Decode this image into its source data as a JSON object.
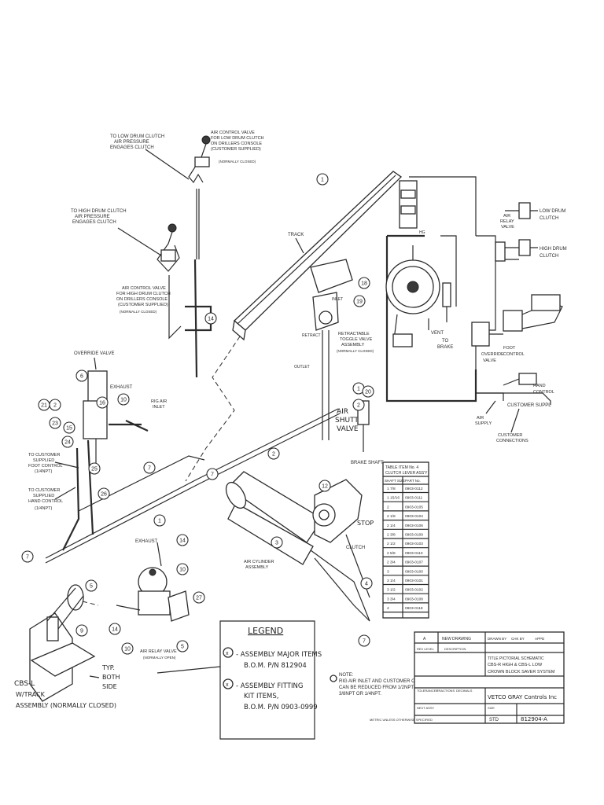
{
  "labels": {
    "low_drum_clutch_air": [
      "TO LOW DRUM CLUTCH",
      "AIR PRESSURE",
      "ENGAGES CLUTCH"
    ],
    "air_control_valve_low": [
      "AIR CONTROL VALVE",
      "FOR LOW DRUM CLUTCH",
      "ON DRILLERS CONSOLE",
      "(CUSTOMER SUPPLIED)",
      "(NORMALLY CLOSED)"
    ],
    "high_drum_clutch_air": [
      "TO HIGH DRUM CLUTCH",
      "AIR PRESSURE",
      "ENGAGES CLUTCH"
    ],
    "air_control_valve_high": [
      "AIR CONTROL VALVE",
      "FOR HIGH DRUM CLUTCH",
      "ON DRILLERS CONSOLE",
      "(CUSTOMER SUPPLIED)",
      "(NORMALLY CLOSED)"
    ],
    "track": "TRACK",
    "inlet": "INLET",
    "retract": "RETRACT",
    "outlet": "OUTLET",
    "toggle_valve": [
      "RETRACTABLE",
      "TOGGLE VALVE",
      "ASSEMBLY",
      "(NORMALLY CLOSED)"
    ],
    "override_valve_top": "OVERRIDE VALVE",
    "exhaust_top": "EXHAUST",
    "rig_air_inlet": [
      "RIG AIR",
      "INLET"
    ],
    "customer_foot_control": [
      "TO CUSTOMER",
      "SUPPLIED",
      "FOOT CONTROL",
      "(1/4NPT)"
    ],
    "customer_hand_control": [
      "TO CUSTOMER",
      "SUPPLIED",
      "HAND CONTROL",
      "(1/4NPT)"
    ],
    "air_shuttle_valve": [
      "AIR",
      "SHUTTLE",
      "VALVE"
    ],
    "brake_shaft": "BRAKE SHAFT",
    "stop": "STOP",
    "clutch": "CLUTCH",
    "air_cylinder_assembly": [
      "AIR CYLINDER",
      "ASSEMBLY"
    ],
    "exhaust_mid": "EXHAUST",
    "air_relay_valve": [
      "AIR RELAY VALVE",
      "(NORMALLY OPEN)"
    ],
    "cbs_track": [
      "CBS-L",
      "W/TRACK",
      "ASSEMBLY (NORMALLY CLOSED)"
    ],
    "typ_both_side": [
      "TYP.",
      "BOTH",
      "SIDE"
    ],
    "hg": "HG",
    "vent": "VENT",
    "to_brake": [
      "TO",
      "BRAKE"
    ],
    "air_relay_valve_right": [
      "AIR",
      "RELAY",
      "VALVE"
    ],
    "low_drum_clutch_right": [
      "LOW DRUM",
      "CLUTCH"
    ],
    "high_drum_clutch_right": [
      "HIGH DRUM",
      "CLUTCH"
    ],
    "override_valve_right": [
      "OVERRIDE",
      "VALVE"
    ],
    "foot_control": [
      "FOOT",
      "CONTROL"
    ],
    "hand_control": [
      "HAND",
      "CONTROL"
    ],
    "customer_supply": "CUSTOMER SUPPL",
    "air_supply": [
      "AIR",
      "SUPPLY"
    ],
    "customer_connections": [
      "CUSTOMER",
      "CONNECTIONS"
    ]
  },
  "clutch_table": {
    "title": [
      "TABLE ITEM No. 4",
      "CLUTCH LEVER ASS'Y"
    ],
    "headers": [
      "SHAFT SIZE",
      "PART No."
    ],
    "rows": [
      [
        "1 7/8",
        "0903-0112"
      ],
      [
        "1 15/16",
        "0903-0111"
      ],
      [
        "2",
        "0903-0105"
      ],
      [
        "2 1/8",
        "0903-0104"
      ],
      [
        "2 1/4",
        "0903-0106"
      ],
      [
        "2 3/8",
        "0903-0109"
      ],
      [
        "2 1/2",
        "0903-0103"
      ],
      [
        "2 5/8",
        "0903-0110"
      ],
      [
        "2 3/4",
        "0903-0107"
      ],
      [
        "3",
        "0903-0100"
      ],
      [
        "3 1/4",
        "0903-0101"
      ],
      [
        "3 1/2",
        "0903-0102"
      ],
      [
        "3 3/4",
        "0903-0108"
      ],
      [
        "4",
        "0903-0118"
      ]
    ]
  },
  "legend": {
    "title": "LEGEND",
    "item1": [
      "- ASSEMBLY MAJOR ITEMS",
      "B.O.M. P/N 812904"
    ],
    "item2": [
      "- ASSEMBLY FITTING",
      "KIT ITEMS,",
      "B.O.M. P/N 0903-0999"
    ]
  },
  "note": [
    "NOTE:",
    "RIG AIR INLET AND CUSTOMER CONNECTION",
    "CAN BE REDUCED FROM 1/2NPT TO",
    "3/8NPT OR 1/4NPT."
  ],
  "title_block": {
    "rev_rows": [
      [
        "A",
        "NEW DRAWING"
      ],
      [
        "REV LEVEL",
        "DESCRIPTION"
      ]
    ],
    "drawn_by": "DRAWN BY",
    "checked": "CHK BY",
    "approved": "APPD",
    "title": [
      "TITLE PICTORIAL SCHEMATIC",
      "CBS-R HIGH & CBS-L LOW",
      "CROWN BLOCK SAVER SYSTEM"
    ],
    "company": "VETCO GRAY Controls Inc",
    "size": "SIZE",
    "scale": "STD",
    "dwg_no": "812904-A",
    "tolerance": "TOLERANCES",
    "fractions": "FRACTIONS",
    "decimals": "DECIMALS",
    "next_assy": "NEXT ASSY",
    "footer": "METRIC UNLESS OTHERWISE SPECIFIED"
  },
  "bubbles_major": [
    "1",
    "1",
    "1",
    "2",
    "2",
    "2",
    "3",
    "4",
    "5",
    "5",
    "6",
    "7",
    "7",
    "7",
    "7",
    "9",
    "10",
    "10",
    "10",
    "12",
    "14",
    "14",
    "14",
    "15",
    "16",
    "18",
    "19",
    "20",
    "21",
    "23",
    "24",
    "25",
    "26",
    "27"
  ]
}
